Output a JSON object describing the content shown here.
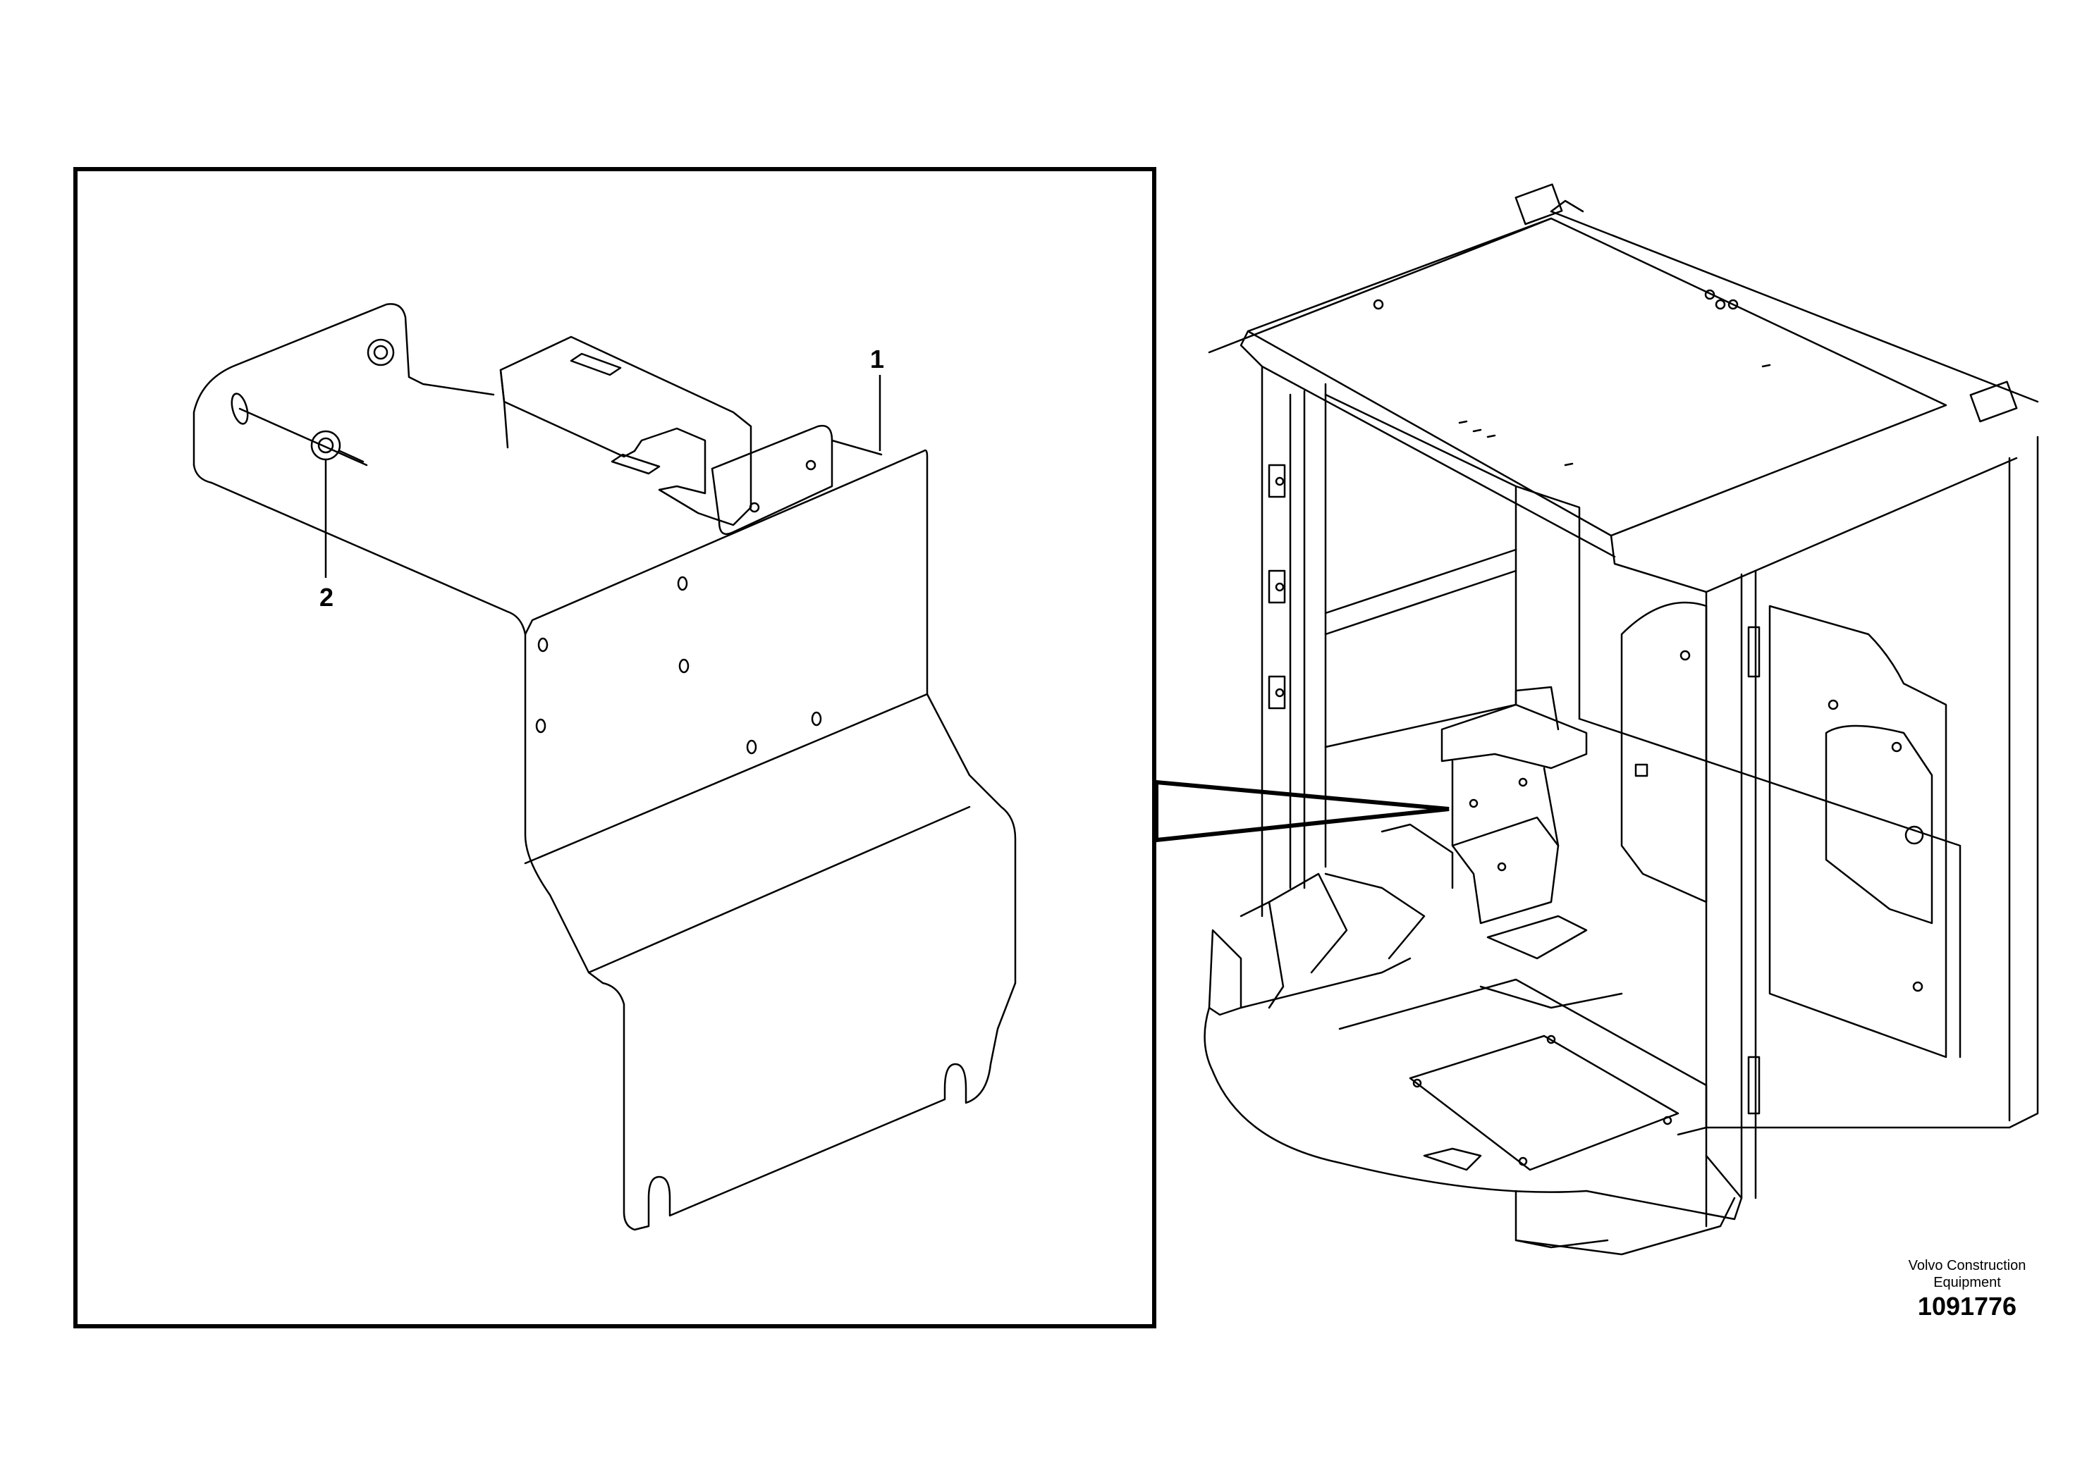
{
  "callouts": [
    {
      "number": "1"
    },
    {
      "number": "2"
    }
  ],
  "brand": {
    "line1": "Volvo Construction",
    "line2": "Equipment",
    "drawing_number": "1091776"
  }
}
